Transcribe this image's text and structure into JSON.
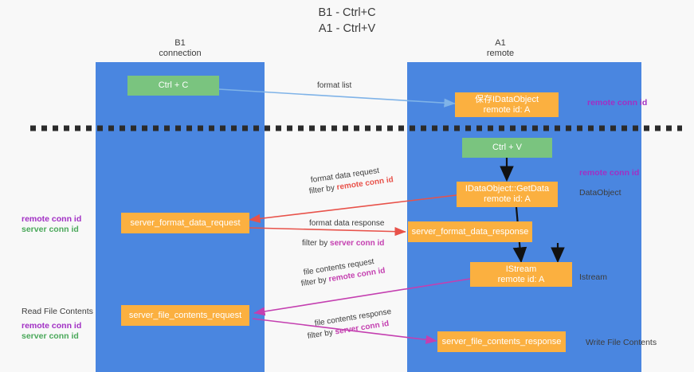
{
  "title": {
    "line1": "B1 - Ctrl+C",
    "line2": "A1 - Ctrl+V"
  },
  "colors": {
    "lane": "#4a86e0",
    "box_green": "#7ac47f",
    "box_orange": "#fbb040",
    "remote_conn_id": "#a12fc4",
    "server_conn_id": "#4aa85a",
    "arrow_blue": "#7fb3e8",
    "arrow_red": "#e8524a",
    "arrow_magenta": "#c43fb0",
    "arrow_black": "#111111",
    "divider": "#2b2b2b",
    "background": "#f8f8f8"
  },
  "columns": [
    {
      "id": "b1",
      "title": "B1",
      "subtitle": "connection"
    },
    {
      "id": "a1",
      "title": "A1",
      "subtitle": "remote"
    }
  ],
  "boxes": {
    "ctrl_c": {
      "line1": "Ctrl + C",
      "line2": ""
    },
    "save_idataobject": {
      "line1": "保存IDataObject",
      "line2": "remote id: A"
    },
    "ctrl_v": {
      "line1": "Ctrl + V",
      "line2": ""
    },
    "getdata": {
      "line1": "IDataObject::GetData",
      "line2": "remote id: A"
    },
    "server_format_data_request": {
      "line1": "server_format_data_request",
      "line2": ""
    },
    "server_format_data_response": {
      "line1": "server_format_data_response",
      "line2": ""
    },
    "istream": {
      "line1": "IStream",
      "line2": "remote id: A"
    },
    "server_file_contents_request": {
      "line1": "server_file_contents_request",
      "line2": ""
    },
    "server_file_contents_response": {
      "line1": "server_file_contents_response",
      "line2": ""
    }
  },
  "arrow_labels": {
    "format_list": "format list",
    "format_data_request": "format data request",
    "format_data_request_filter_prefix": "filter by ",
    "format_data_request_filter_key": "remote conn id",
    "format_data_response": "format data response",
    "format_data_response_filter_prefix": "filter by ",
    "format_data_response_filter_key": "server conn id",
    "file_contents_request": "file contents request",
    "file_contents_request_filter_prefix": "filter by ",
    "file_contents_request_filter_key": "remote conn id",
    "file_contents_response": "file contents response",
    "file_contents_response_filter_prefix": "filter by ",
    "file_contents_response_filter_key": "server conn id"
  },
  "side_labels": {
    "right_remote_conn_id_top": "remote conn id",
    "right_remote_conn_id_mid": "remote conn id",
    "right_dataobject": "DataObject",
    "right_istream": "Istream",
    "right_write_file_contents": "Write File Contents",
    "left_remote_conn_id_1": "remote conn id",
    "left_server_conn_id_1": "server conn id",
    "left_read_file_contents": "Read File Contents",
    "left_remote_conn_id_2": "remote conn id",
    "left_server_conn_id_2": "server conn id"
  }
}
